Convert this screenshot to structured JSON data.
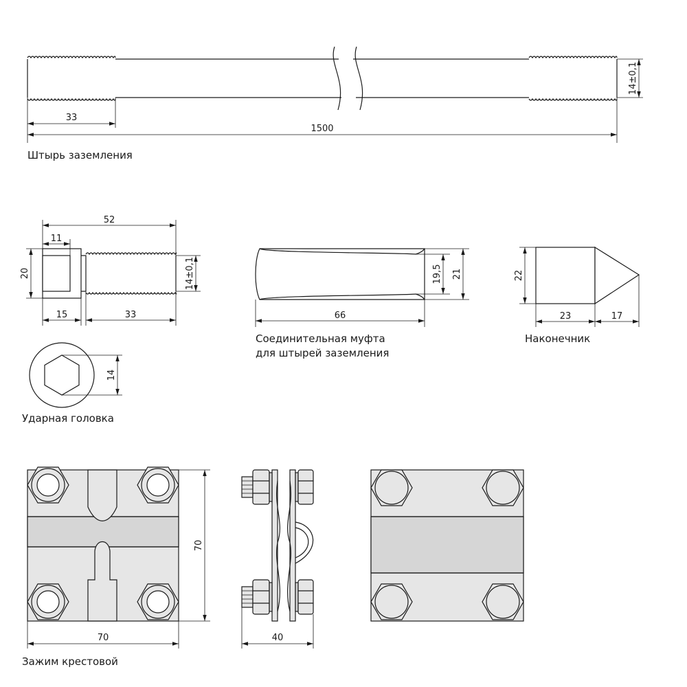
{
  "rod": {
    "caption": "Штырь заземления",
    "dim_thread": "33",
    "dim_length": "1500",
    "dim_diameter": "14±0,1"
  },
  "head": {
    "caption": "Ударная головка",
    "dim_total": "52",
    "dim_cap_inner": "11",
    "dim_height": "20",
    "dim_cap": "15",
    "dim_thread": "33",
    "dim_diameter": "14±0,1",
    "dim_hex": "14"
  },
  "coupling": {
    "caption_line1": "Соединительная муфта",
    "caption_line2": "для штырей заземления",
    "dim_inner": "19,5",
    "dim_outer": "21",
    "dim_length": "66"
  },
  "tip": {
    "caption": "Наконечник",
    "dim_height": "22",
    "dim_body": "23",
    "dim_cone": "17"
  },
  "clamp": {
    "caption": "Зажим крестовой",
    "dim_height": "70",
    "dim_width": "70",
    "dim_side": "40"
  }
}
